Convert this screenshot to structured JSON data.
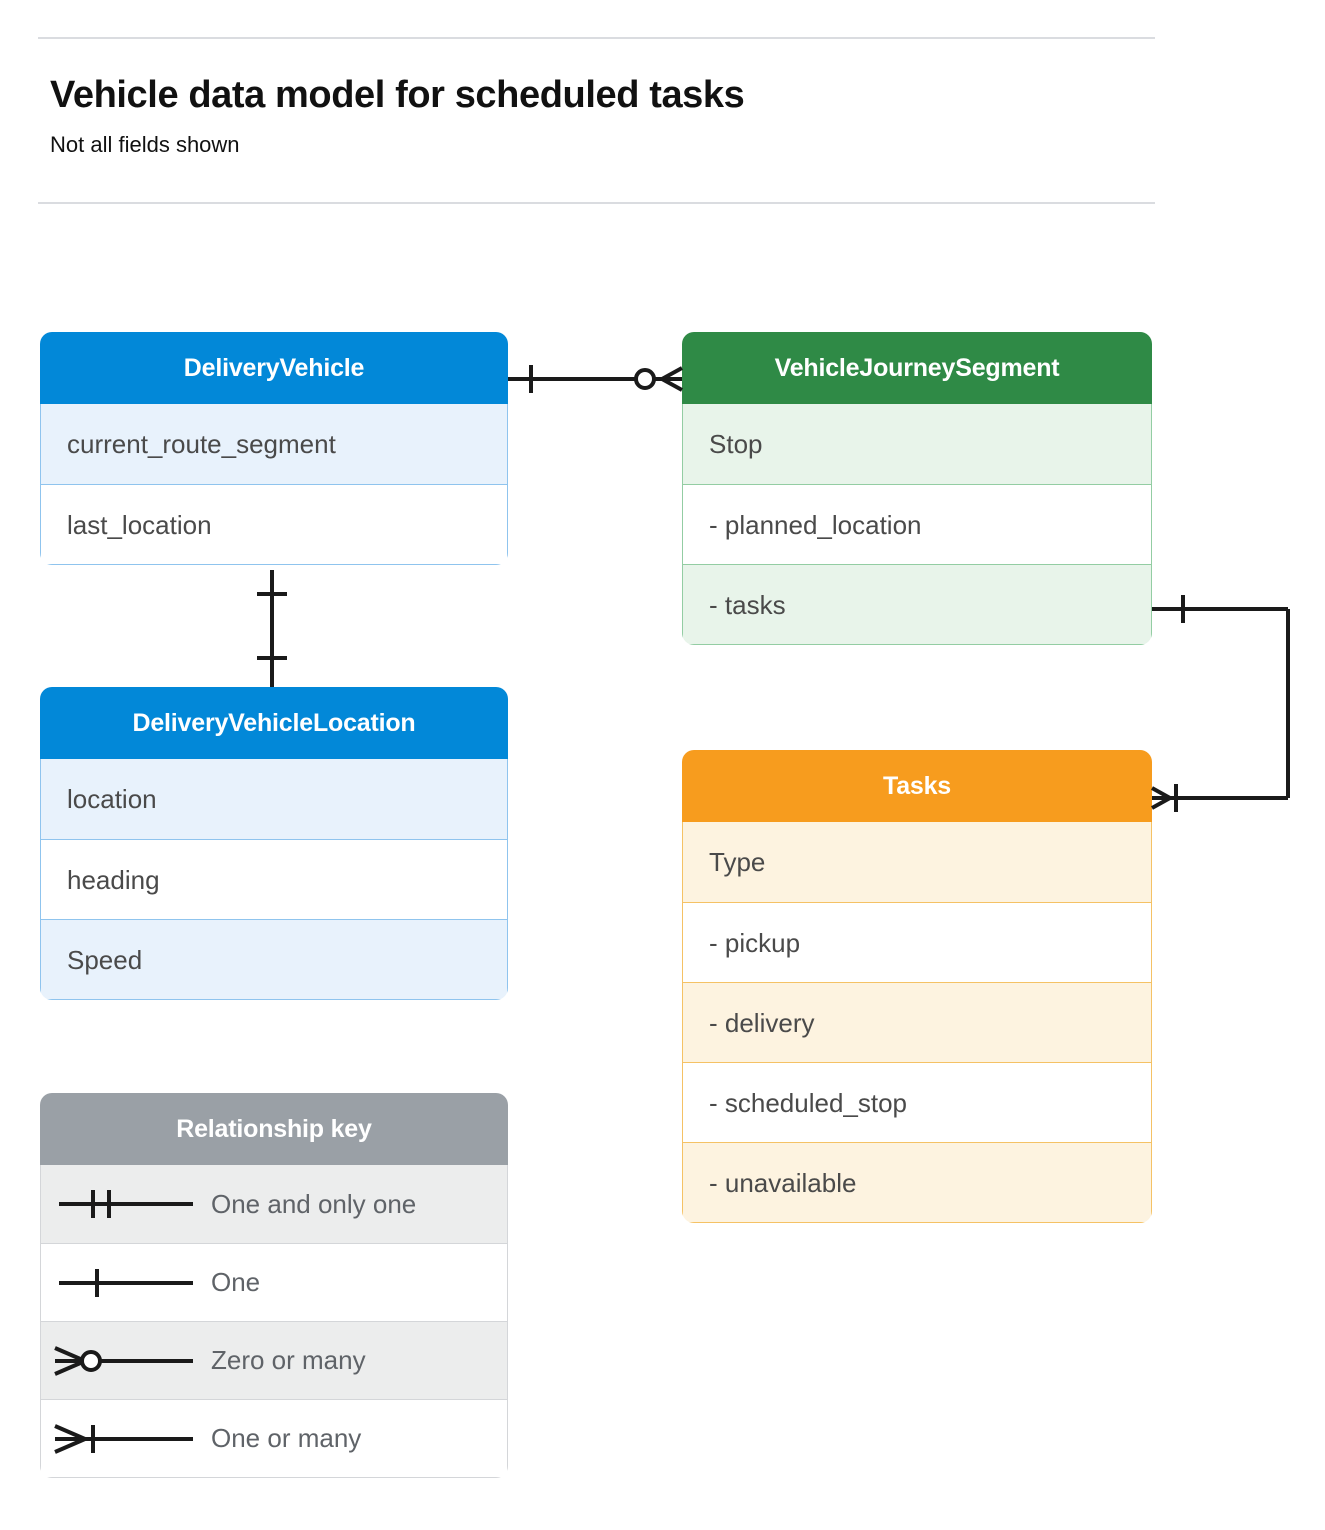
{
  "header": {
    "title": "Vehicle data model for scheduled tasks",
    "subtitle": "Not all fields shown"
  },
  "colors": {
    "blue": "#0288d8",
    "blue_row": "#e8f2fc",
    "blue_border": "#8fc4ee",
    "green": "#2f8a46",
    "green_row": "#e8f4ea",
    "green_border": "#93cda3",
    "orange": "#f79c1e",
    "orange_row": "#fdf3e0",
    "orange_border": "#f5c265",
    "gray": "#9aa0a6",
    "gray_row": "#eceded",
    "divider": "#dadce0",
    "text": "#4a4a4a",
    "connector": "#1a1a1a"
  },
  "entities": {
    "delivery_vehicle": {
      "title": "DeliveryVehicle",
      "rows": [
        {
          "label": "current_route_segment"
        },
        {
          "label": "last_location"
        }
      ]
    },
    "vehicle_journey_segment": {
      "title": "VehicleJourneySegment",
      "rows": [
        {
          "label": "Stop"
        },
        {
          "label": "-  planned_location"
        },
        {
          "label": "- tasks"
        }
      ]
    },
    "delivery_vehicle_location": {
      "title": "DeliveryVehicleLocation",
      "rows": [
        {
          "label": "location"
        },
        {
          "label": "heading"
        },
        {
          "label": "Speed"
        }
      ]
    },
    "tasks": {
      "title": "Tasks",
      "rows": [
        {
          "label": "Type"
        },
        {
          "label": "-  pickup"
        },
        {
          "label": "-  delivery"
        },
        {
          "label": "-  scheduled_stop"
        },
        {
          "label": "-  unavailable"
        }
      ]
    }
  },
  "legend": {
    "title": "Relationship key",
    "items": [
      {
        "label": "One and only one",
        "symbol": "one-and-only-one-symbol"
      },
      {
        "label": "One",
        "symbol": "one-symbol"
      },
      {
        "label": "Zero or many",
        "symbol": "zero-or-many-symbol"
      },
      {
        "label": "One or many",
        "symbol": "one-or-many-symbol"
      }
    ]
  },
  "relationships": [
    {
      "name": "delivery-vehicle-to-journey-segment",
      "from": "DeliveryVehicle",
      "to": "VehicleJourneySegment",
      "from_cardinality": "One",
      "to_cardinality": "Zero or many"
    },
    {
      "name": "delivery-vehicle-to-vehicle-location",
      "from": "DeliveryVehicle",
      "to": "DeliveryVehicleLocation",
      "from_cardinality": "One",
      "to_cardinality": "One"
    },
    {
      "name": "journey-segment-tasks-to-tasks",
      "from": "VehicleJourneySegment",
      "to": "Tasks",
      "from_cardinality": "One",
      "to_cardinality": "One or many"
    }
  ]
}
